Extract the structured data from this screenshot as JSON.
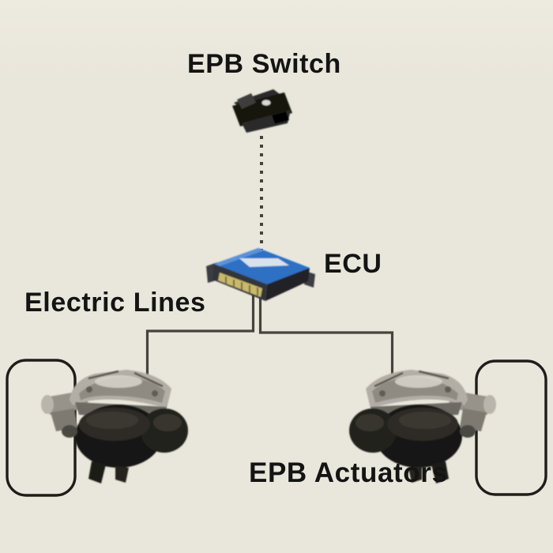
{
  "diagram_type": "EPB (Electronic Parking Brake) system layout",
  "labels": {
    "epb_switch": "EPB Switch",
    "ecu": "ECU",
    "electric_lines": "Electric Lines",
    "epb_actuators": "EPB Actuators"
  },
  "nodes": [
    {
      "id": "epb-switch",
      "label": "EPB Switch",
      "icon": "rocker-switch-photo"
    },
    {
      "id": "ecu",
      "label": "ECU",
      "icon": "blue-control-module-photo"
    },
    {
      "id": "left-actuator",
      "label": "EPB Actuators",
      "icon": "brake-caliper-motor-photo"
    },
    {
      "id": "right-actuator",
      "label": "EPB Actuators",
      "icon": "brake-caliper-motor-photo"
    },
    {
      "id": "left-wheel",
      "label": "",
      "icon": "wheel-outline"
    },
    {
      "id": "right-wheel",
      "label": "",
      "icon": "wheel-outline"
    }
  ],
  "connections": [
    {
      "from": "epb-switch",
      "to": "ecu",
      "style": "dotted-signal-line"
    },
    {
      "from": "ecu",
      "to": "left-actuator",
      "style": "solid-electric-line"
    },
    {
      "from": "ecu",
      "to": "right-actuator",
      "style": "solid-electric-line"
    }
  ],
  "colors": {
    "background": "#e9e6db",
    "background_top": "#edeae0",
    "line": "#45433c",
    "outline": "#1e1d1a",
    "text": "#141414",
    "ecu_blue": "#2e6fc4",
    "ecu_blue_light": "#5b93d8",
    "ecu_dark": "#33363b",
    "connector_yellow": "#c9b96a",
    "metal": "#b2aea5",
    "metal_dark": "#8f8b83",
    "motor": "#191815"
  }
}
